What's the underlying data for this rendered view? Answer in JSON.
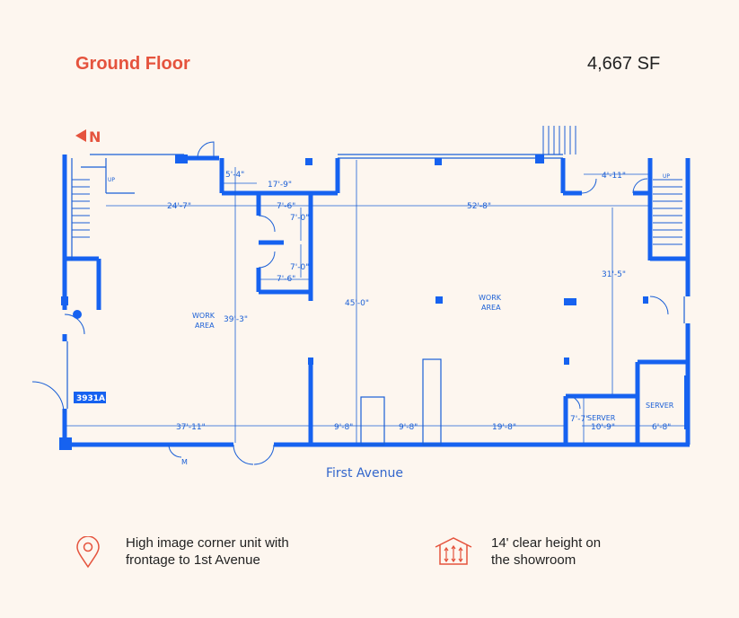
{
  "header": {
    "title": "Ground Floor",
    "area": "4,667 SF"
  },
  "plan": {
    "north_label": "N",
    "unit_tag": "3931A",
    "street": "First Avenue",
    "up_label": "UP",
    "meter_label": "M",
    "rooms": [
      {
        "id": "work_left",
        "lines": [
          "WORK",
          "AREA"
        ]
      },
      {
        "id": "work_right",
        "lines": [
          "WORK",
          "AREA"
        ]
      },
      {
        "id": "server_1",
        "lines": [
          "SERVER"
        ]
      },
      {
        "id": "server_2",
        "lines": [
          "SERVER"
        ]
      }
    ],
    "dimensions": [
      "5'-4\"",
      "17'-9\"",
      "24'-7\"",
      "7'-6\"",
      "7'-0\"",
      "7'-0\"",
      "7'-6\"",
      "52'-8\"",
      "4'-11\"",
      "31'-5\"",
      "39'-3\"",
      "45'-0\"",
      "7'-7\"",
      "37'-11\"",
      "9'-8\"",
      "9'-8\"",
      "19'-8\"",
      "10'-9\"",
      "6'-8\""
    ]
  },
  "features": [
    {
      "icon": "location-pin-icon",
      "lines": [
        "High image corner unit with",
        "frontage to 1st Avenue"
      ]
    },
    {
      "icon": "clear-height-icon",
      "lines": [
        "14' clear height on",
        "the showroom"
      ]
    }
  ],
  "colors": {
    "accent": "#e5533d",
    "plan_blue": "#1a5fd6",
    "wall_blue": "#1662f0",
    "background": "#fdf6ef"
  }
}
